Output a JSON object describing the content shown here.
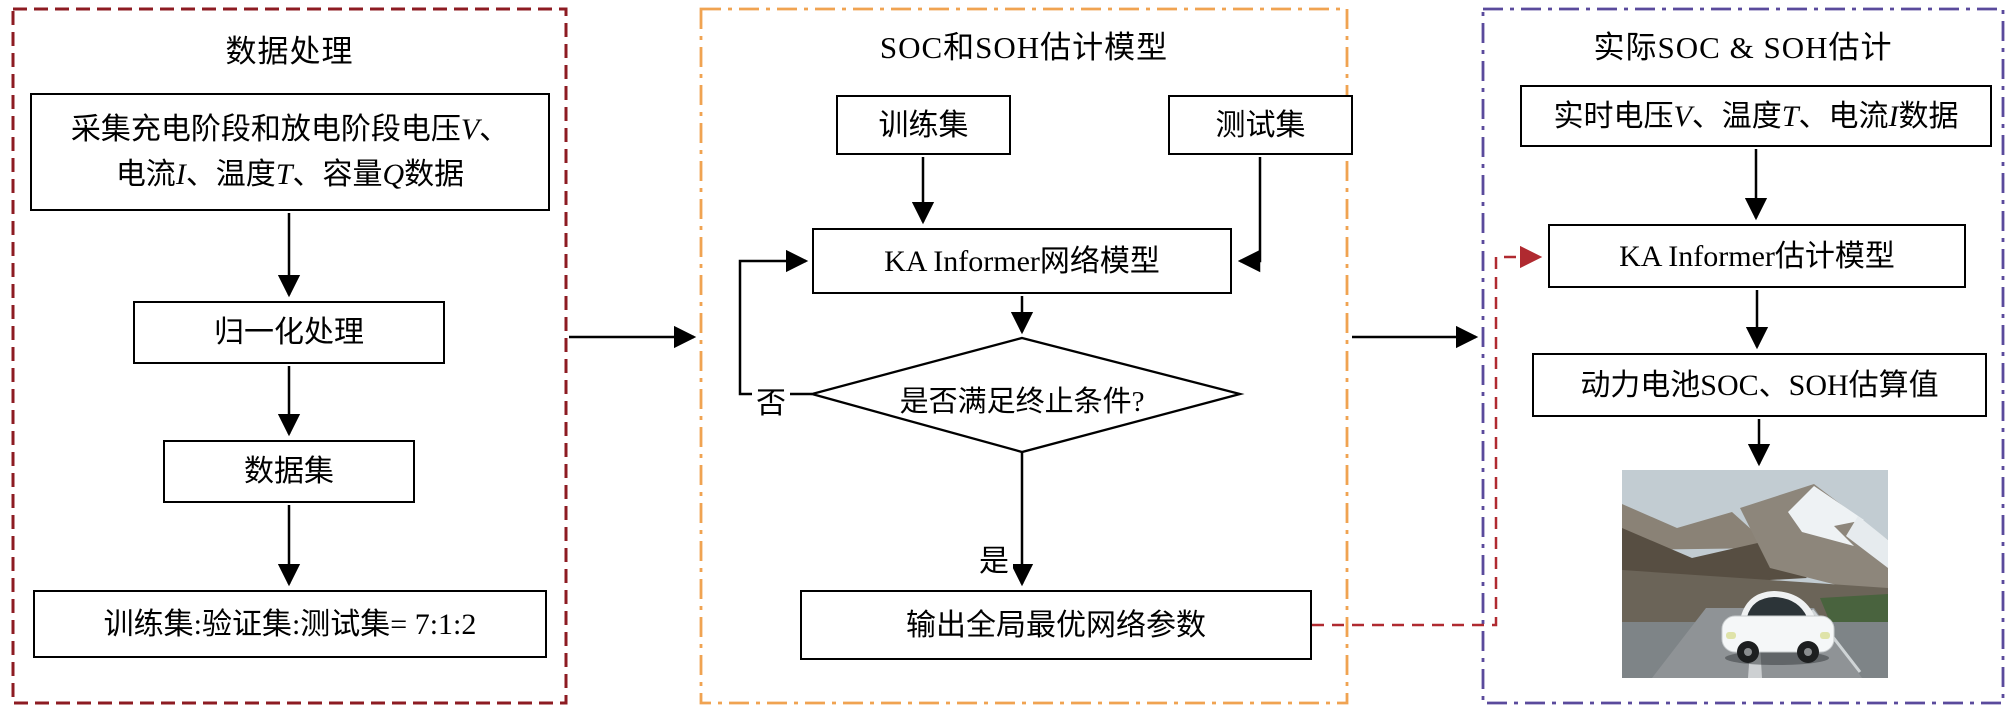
{
  "colors": {
    "left_panel_border": "#8d1b22",
    "middle_panel_border": "#f0a351",
    "right_panel_border": "#5a4a9c",
    "feedback_dashed_line": "#b02a30",
    "node_border": "#000000",
    "arrow": "#000000"
  },
  "left": {
    "title": "数据处理",
    "collect": {
      "l1a": "采集充电阶段和放电阶段电压",
      "l1b": "V",
      "l1c": "、",
      "l2a": "电流",
      "l2b": "I",
      "l2c": "、温度",
      "l2d": "T",
      "l2e": "、容量",
      "l2f": "Q",
      "l2g": "数据"
    },
    "normalize": "归一化处理",
    "dataset": "数据集",
    "split": "训练集:验证集:测试集= 7:1:2"
  },
  "middle": {
    "title": "SOC和SOH估计模型",
    "train": "训练集",
    "test": "测试集",
    "model": "KA Informer网络模型",
    "decision": "是否满足终止条件?",
    "no": "否",
    "yes": "是",
    "output": "输出全局最优网络参数"
  },
  "right": {
    "title": "实际SOC & SOH估计",
    "realtime": {
      "a": "实时电压",
      "b": "V",
      "c": "、温度",
      "d": "T",
      "e": "、电流",
      "f": "I",
      "g": "数据"
    },
    "estimator": "KA Informer估计模型",
    "result": "动力电池SOC、SOH估算值",
    "photo": "white-car-on-mountain-road"
  }
}
